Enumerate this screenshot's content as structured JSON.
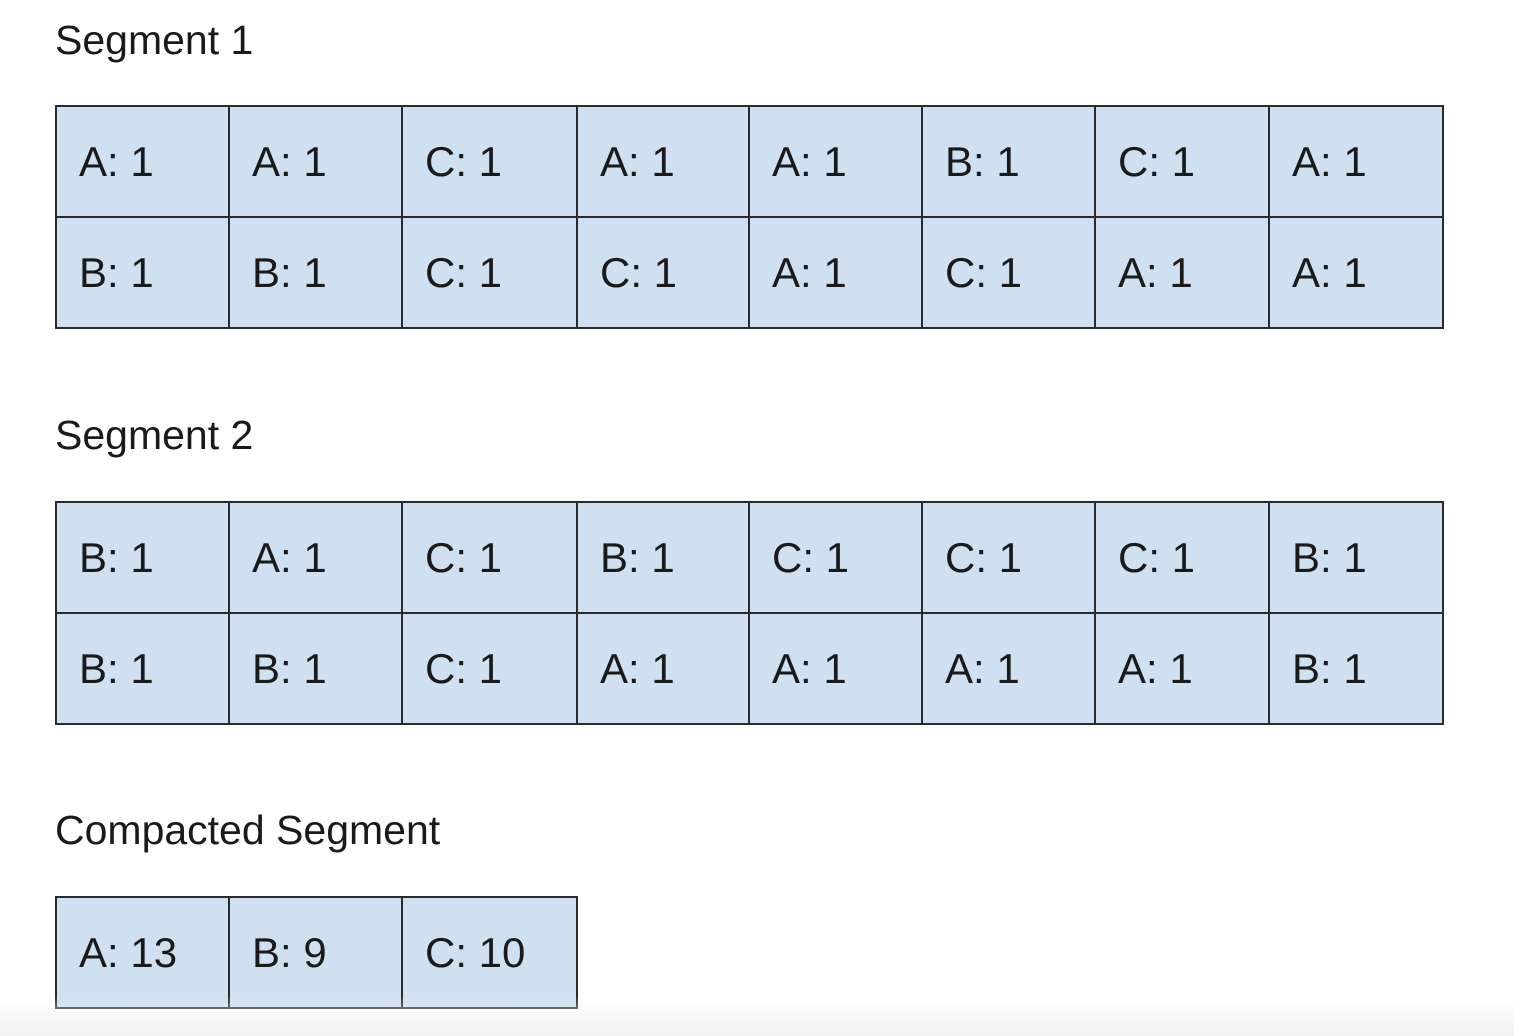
{
  "segments": [
    {
      "title": "Segment 1",
      "rows": [
        [
          "A: 1",
          "A: 1",
          "C: 1",
          "A: 1",
          "A: 1",
          "B: 1",
          "C: 1",
          "A: 1"
        ],
        [
          "B: 1",
          "B: 1",
          "C: 1",
          "C: 1",
          "A: 1",
          "C: 1",
          "A: 1",
          "A: 1"
        ]
      ]
    },
    {
      "title": "Segment 2",
      "rows": [
        [
          "B: 1",
          "A: 1",
          "C: 1",
          "B: 1",
          "C: 1",
          "C: 1",
          "C: 1",
          "B: 1"
        ],
        [
          "B: 1",
          "B: 1",
          "C: 1",
          "A: 1",
          "A: 1",
          "A: 1",
          "A: 1",
          "B: 1"
        ]
      ]
    },
    {
      "title": "Compacted Segment",
      "rows": [
        [
          "A: 13",
          "B: 9",
          "C: 10"
        ]
      ]
    }
  ],
  "colors": {
    "cell_fill": "#cfe0f1",
    "cell_border": "#2b2b2b",
    "text": "#1a1a1a",
    "background": "#ffffff"
  }
}
